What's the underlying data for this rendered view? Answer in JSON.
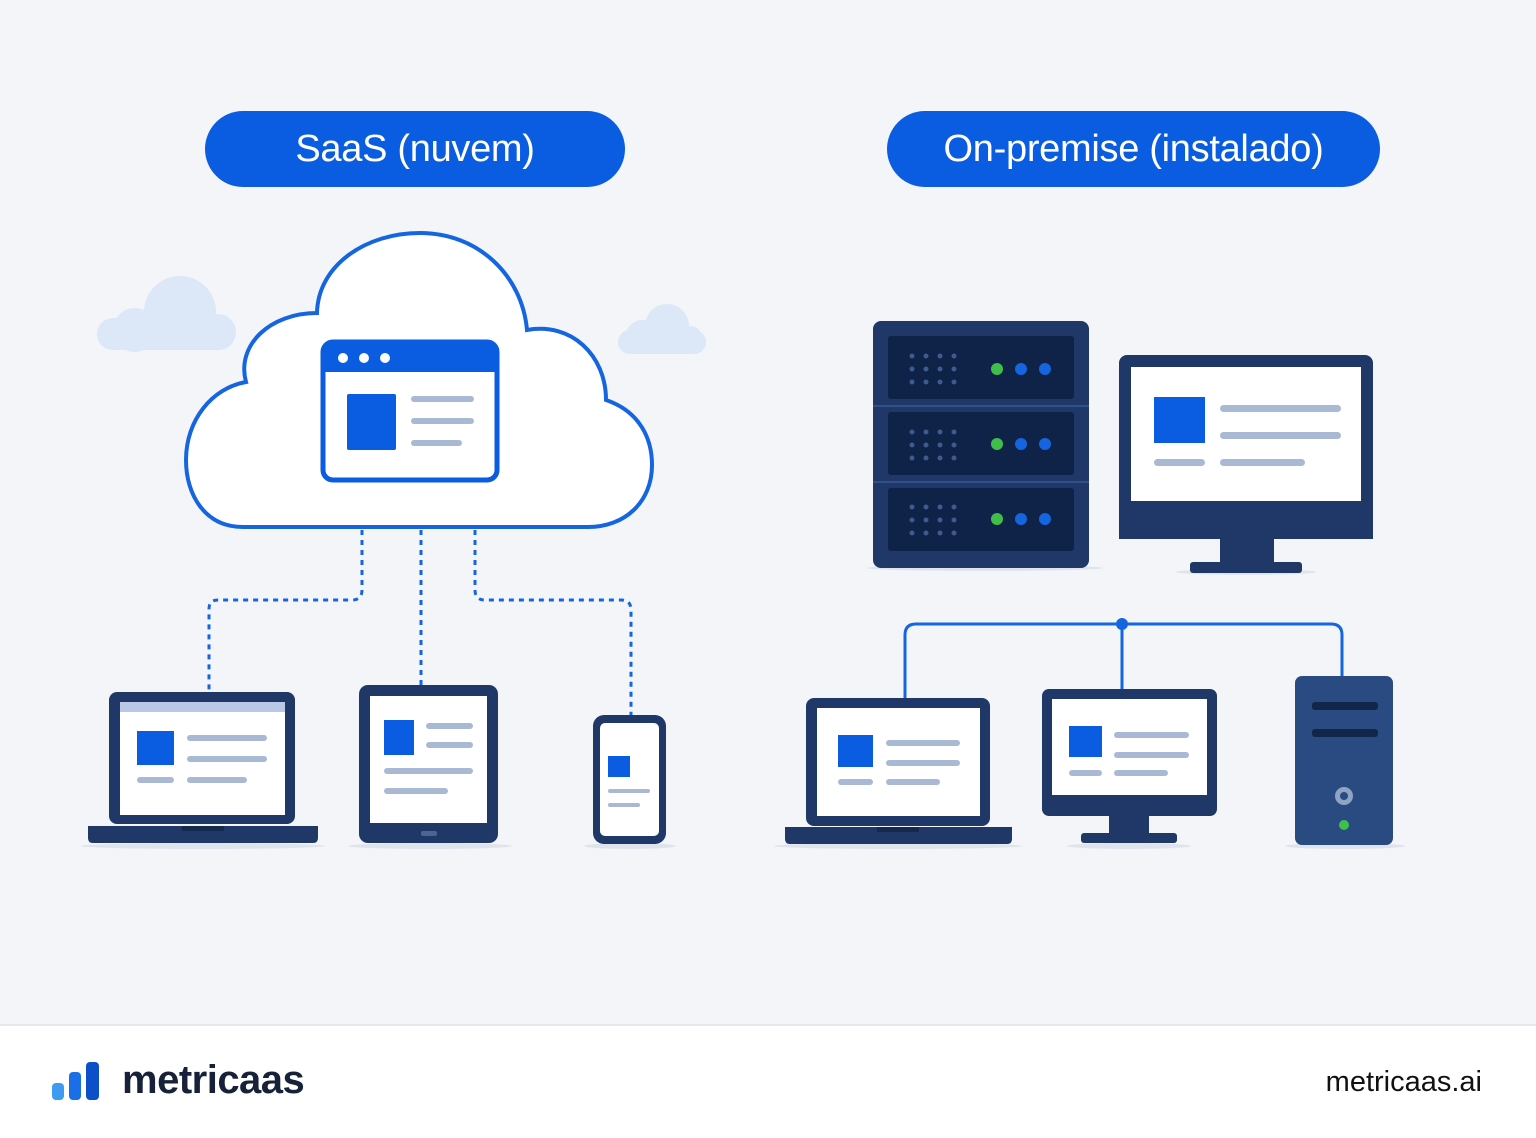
{
  "headers": {
    "saas": "SaaS (nuvem)",
    "onprem": "On-premise (instalado)"
  },
  "footer": {
    "brand": "metricaas",
    "url": "metricaas.ai"
  },
  "colors": {
    "accent": "#0a5ce0",
    "navy": "#1f3868",
    "background": "#f3f5f9",
    "status_green": "#3fbf4a"
  },
  "icons": [
    "cloud-icon",
    "app-window-icon",
    "laptop-icon",
    "tablet-icon",
    "smartphone-icon",
    "server-rack-icon",
    "monitor-icon",
    "desktop-tower-icon",
    "bar-chart-logo-icon"
  ]
}
